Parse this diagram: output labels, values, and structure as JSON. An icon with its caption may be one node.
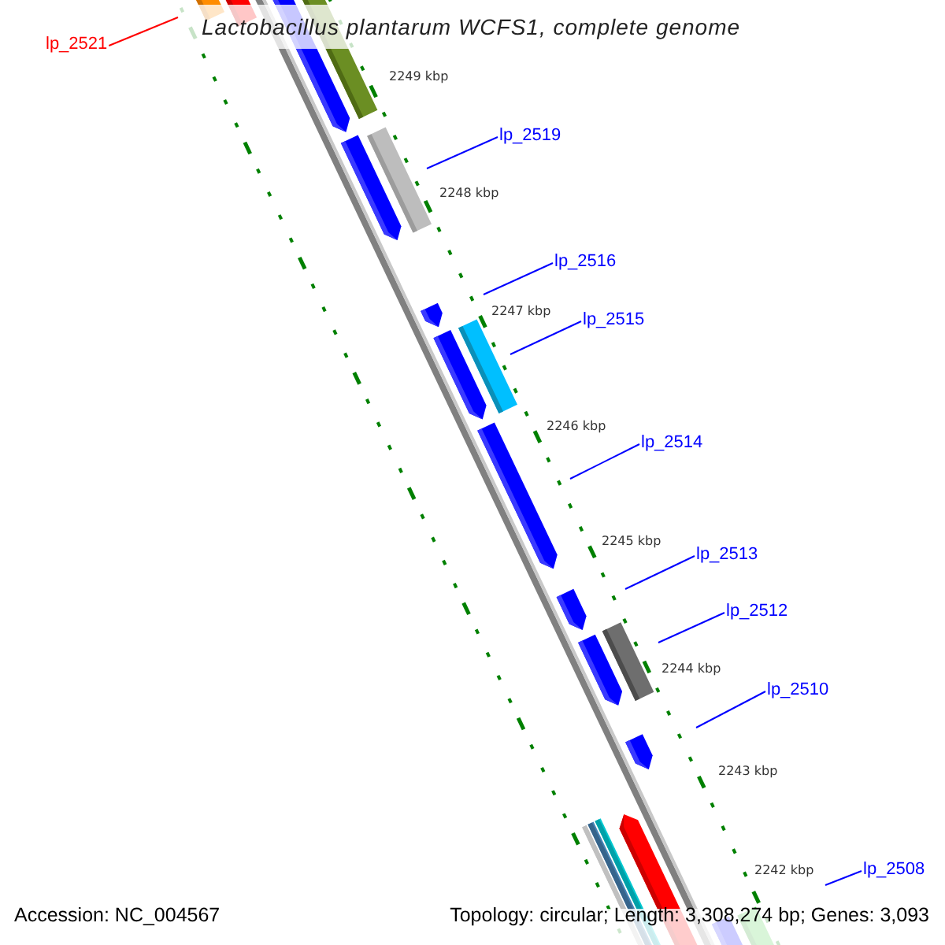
{
  "diagram": {
    "title": "Lactobacillus plantarum WCFS1, complete genome",
    "nodes": [
      {
        "text": [
          "lp_2521"
        ]
      },
      {
        "text": [
          "lp_2519"
        ]
      },
      {
        "text": [
          "lp_2516"
        ]
      },
      {
        "text": [
          "lp_2515"
        ]
      },
      {
        "text": [
          "lp_2514"
        ]
      },
      {
        "text": [
          "lp_2513"
        ]
      },
      {
        "text": [
          "lp_2512"
        ]
      },
      {
        "text": [
          "lp_2510"
        ]
      },
      {
        "text": [
          "lp_2508"
        ]
      }
    ],
    "edges": [
      {
        "from": 0,
        "to": null,
        "arrow": "none",
        "color": "#ff0000"
      },
      {
        "from": 1,
        "to": null,
        "arrow": "none"
      },
      {
        "from": 2,
        "to": null,
        "arrow": "none"
      },
      {
        "from": 3,
        "to": null,
        "arrow": "none"
      },
      {
        "from": 4,
        "to": null,
        "arrow": "none"
      },
      {
        "from": 5,
        "to": null,
        "arrow": "none"
      },
      {
        "from": 6,
        "to": null,
        "arrow": "none"
      },
      {
        "from": 7,
        "to": null,
        "arrow": "none"
      },
      {
        "from": 8,
        "to": null,
        "arrow": "none"
      }
    ],
    "labels": [
      "2249 kbp",
      "2248 kbp",
      "2247 kbp",
      "2246 kbp",
      "2245 kbp",
      "2244 kbp",
      "2243 kbp",
      "2242 kbp",
      "Accession: NC_004567",
      "Topology: circular; Length: 3,308,274 bp; Genes: 3,093"
    ]
  }
}
